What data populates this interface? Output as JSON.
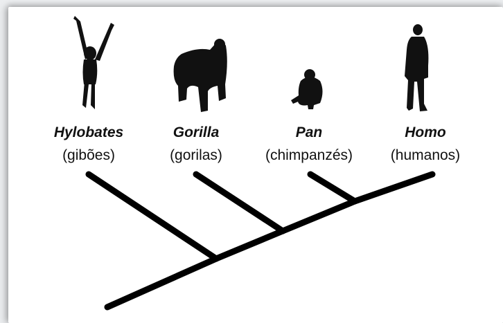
{
  "taxa": [
    {
      "genus": "Hylobates",
      "common": "(gibões)",
      "icon": "gibbon-silhouette-icon"
    },
    {
      "genus": "Gorilla",
      "common": "(gorilas)",
      "icon": "gorilla-silhouette-icon"
    },
    {
      "genus": "Pan",
      "common": "(chimpanzés)",
      "icon": "chimpanzee-silhouette-icon"
    },
    {
      "genus": "Homo",
      "common": "(humanos)",
      "icon": "human-silhouette-icon"
    }
  ],
  "colors": {
    "branch": "#000000",
    "background": "#ffffff",
    "frame": "#eceef0"
  }
}
